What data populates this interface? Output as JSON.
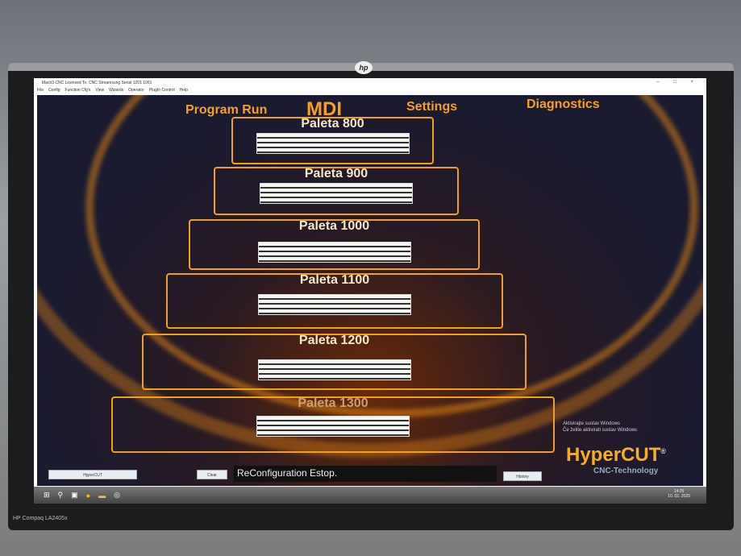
{
  "window": {
    "title": "Mach3 CNC  Licensed To: CNC Streamsung Serial 1201 1001",
    "controls": "– □ ×"
  },
  "menu": [
    "File",
    "Config",
    "Function Cfg's",
    "View",
    "Wizards",
    "Operator",
    "PlugIn Control",
    "Help"
  ],
  "nav": {
    "program_run": "Program Run",
    "mdi": "MDI",
    "settings": "Settings",
    "diagnostics": "Diagnostics"
  },
  "pallets": [
    "Paleta 800",
    "Paleta 900",
    "Paleta 1000",
    "Paleta 1100",
    "Paleta 1200",
    "Paleta 1300"
  ],
  "branding": {
    "name": "HyperCUT",
    "reg": "®",
    "sub": "CNC-Technology"
  },
  "activation": {
    "line1": "Aktivirajte sustav Windows",
    "line2": "Če želite aktivirati sustav Windows"
  },
  "buttons": {
    "hypercut": "HyperCUT",
    "clear": "Clear",
    "history": "History"
  },
  "status": "ReConfiguration Estop.",
  "taskbar": {
    "time": "14:25",
    "date": "10. 02. 2025"
  },
  "monitor": {
    "logo": "hp",
    "model": "HP Compaq LA2405x"
  }
}
